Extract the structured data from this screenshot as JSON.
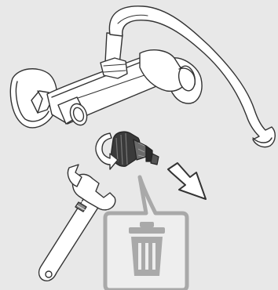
{
  "diagram": {
    "colors": {
      "background": "#e8e8e8",
      "outline": "#333333",
      "fill": "#ffffff",
      "cartridge_dark": "#3a3a3a",
      "cartridge_mid": "#6a6a6a",
      "bin": "#a9a9a9",
      "bin_fill": "#eeeeee",
      "arrow_fill": "#ffffff"
    },
    "parts": {
      "faucet": "wall-mixer-faucet",
      "wall_plate_left": "wall-plate-left",
      "wall_plate_right": "wall-plate-right",
      "spout": "swivel-spout",
      "cartridge": "valve-cartridge",
      "rotation_arrow": "rotate-counterclockwise-icon",
      "removal_arrow": "remove-arrow-icon",
      "wrench": "adjustable-wrench-icon",
      "callout": "disposal-callout",
      "trash_bin": "trash-bin-icon"
    }
  }
}
